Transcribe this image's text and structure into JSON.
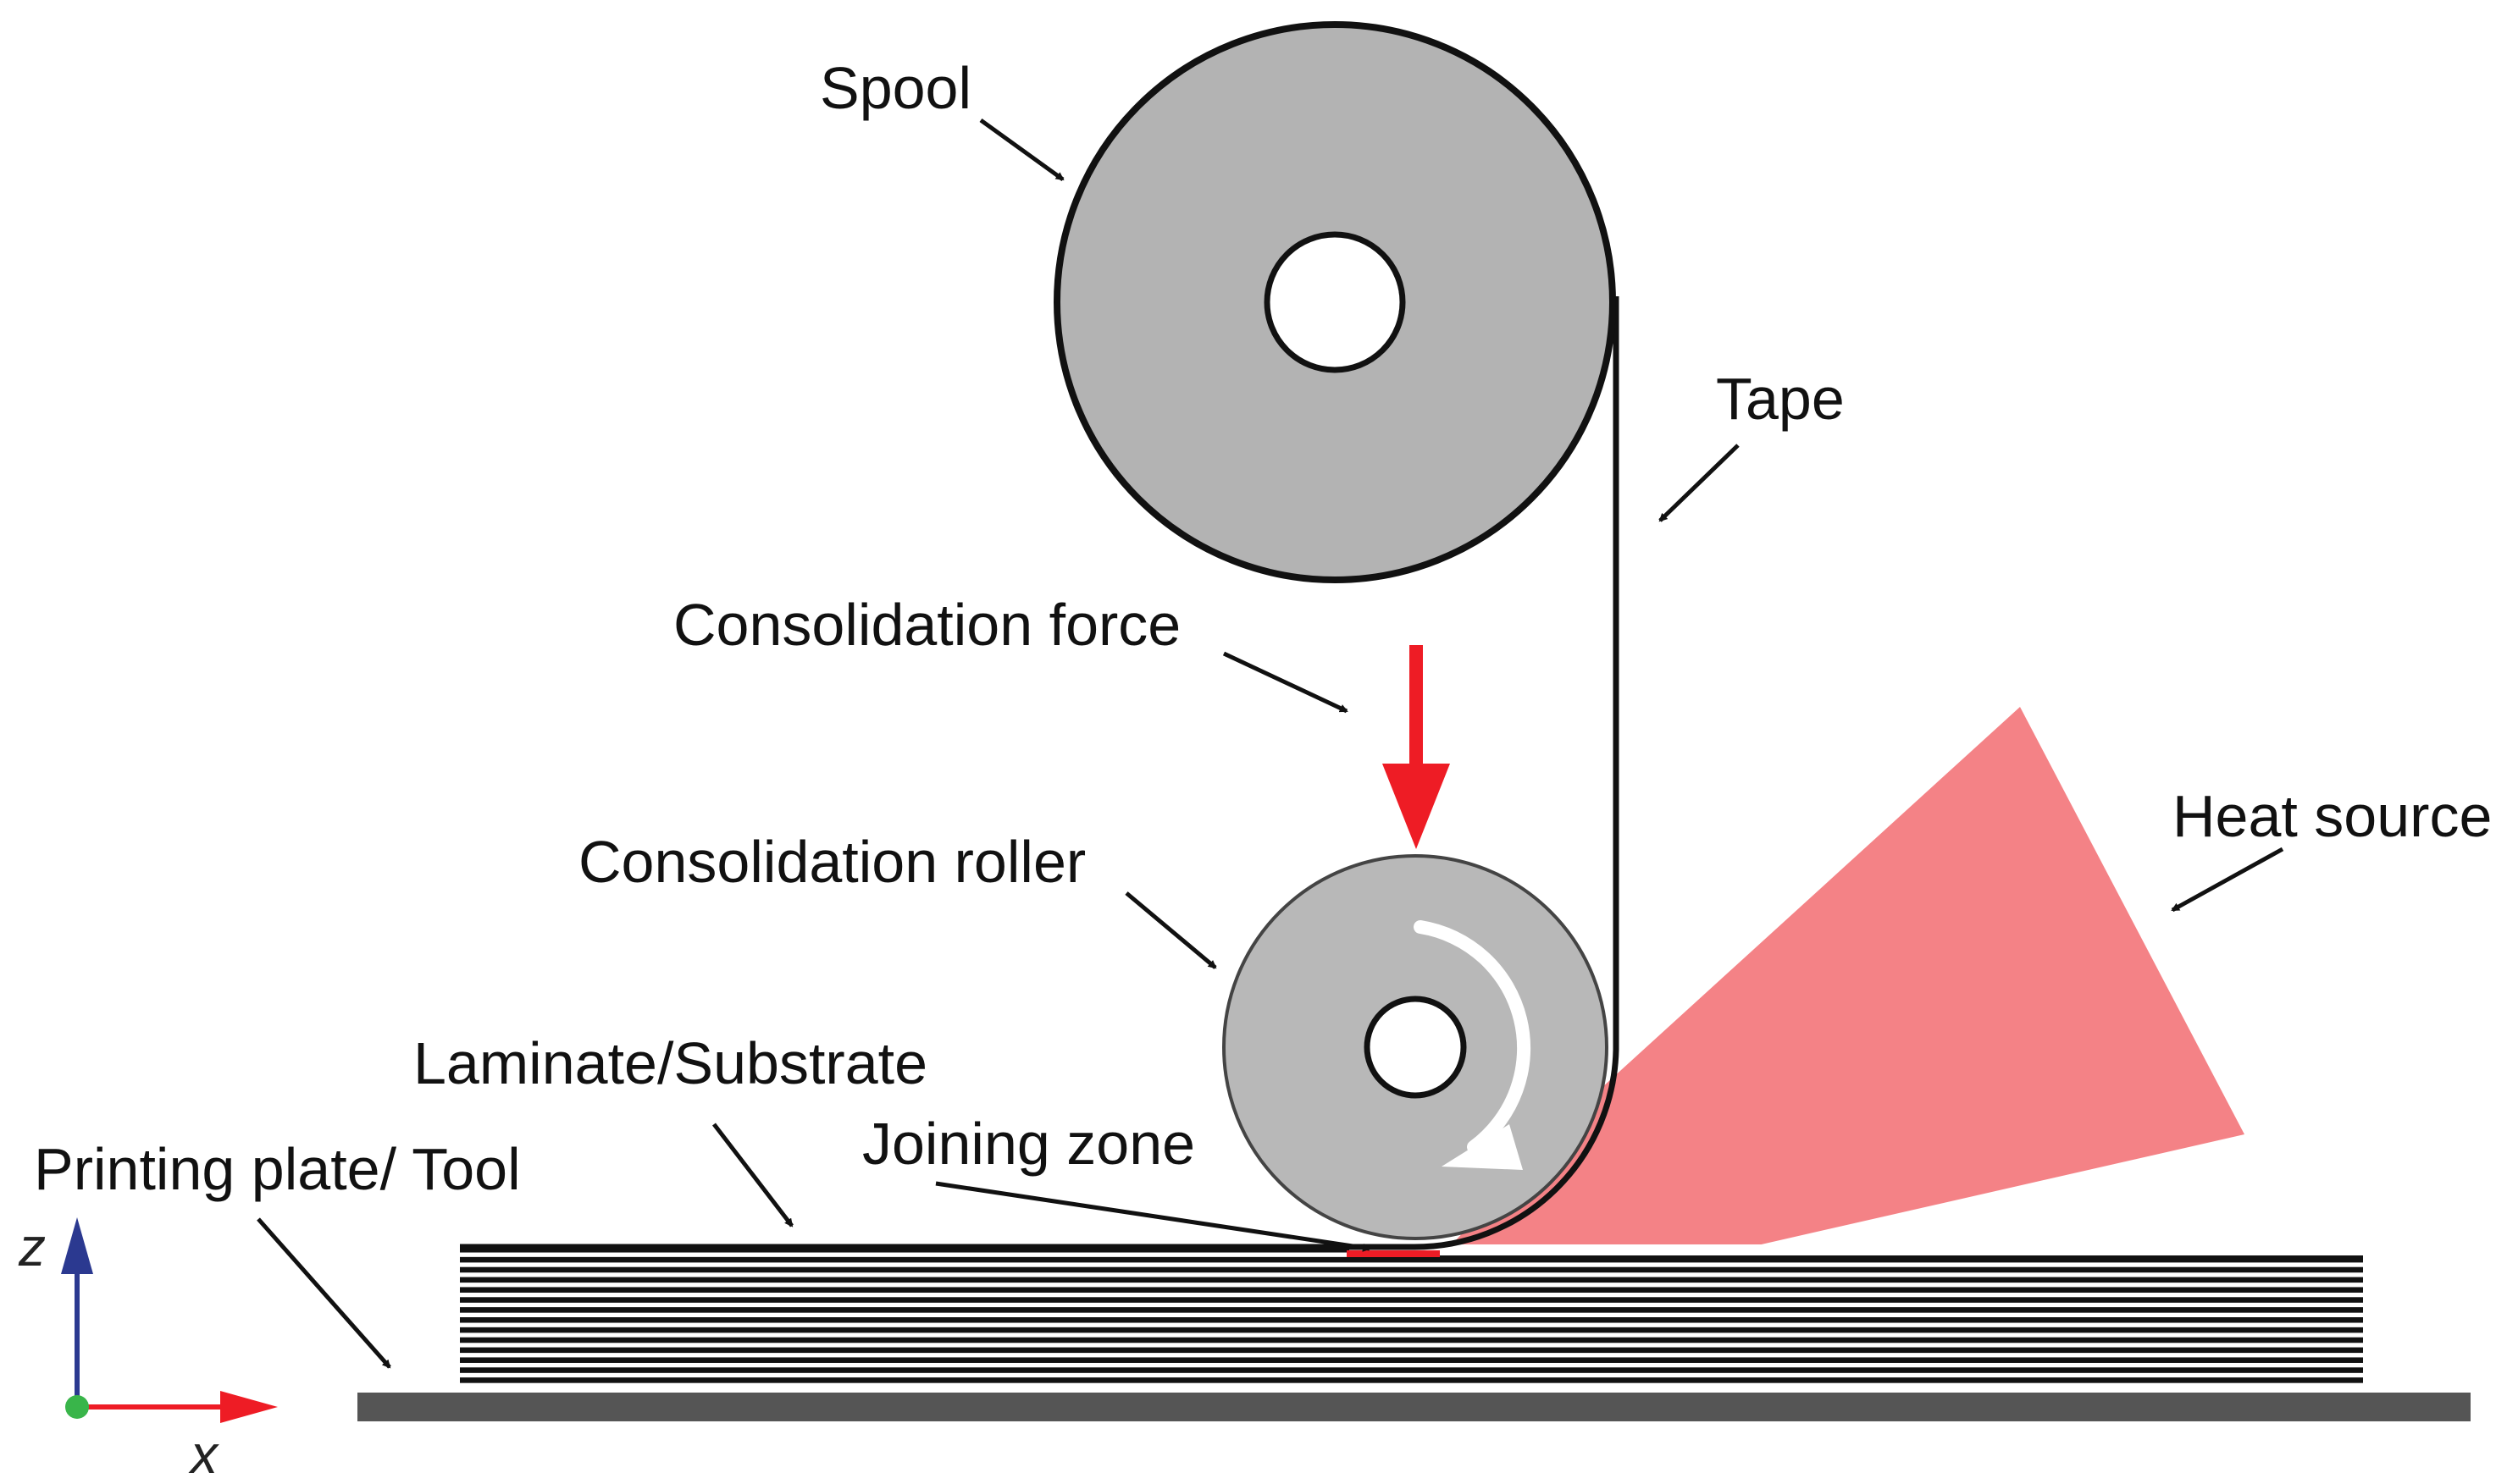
{
  "labels": {
    "spool": "Spool",
    "tape": "Tape",
    "consolidation_force": "Consolidation force",
    "consolidation_roller": "Consolidation roller",
    "heat_source": "Heat source",
    "laminate": "Laminate/Substrate",
    "joining_zone": "Joining zone",
    "printing_plate": "Printing plate/ Tool"
  },
  "axes": {
    "z": "z",
    "x": "x"
  },
  "laminate_layer_count": 14,
  "colors": {
    "spool_fill": "#b3b3b3",
    "roller_fill": "#b8b8b8",
    "heat_source": "#f48286",
    "force_arrow": "#ee1c25",
    "joining_zone": "#ee1c25",
    "plate": "#555555",
    "axis_z": "#2b3990",
    "axis_x": "#ee1c25",
    "origin": "#39b54a"
  }
}
